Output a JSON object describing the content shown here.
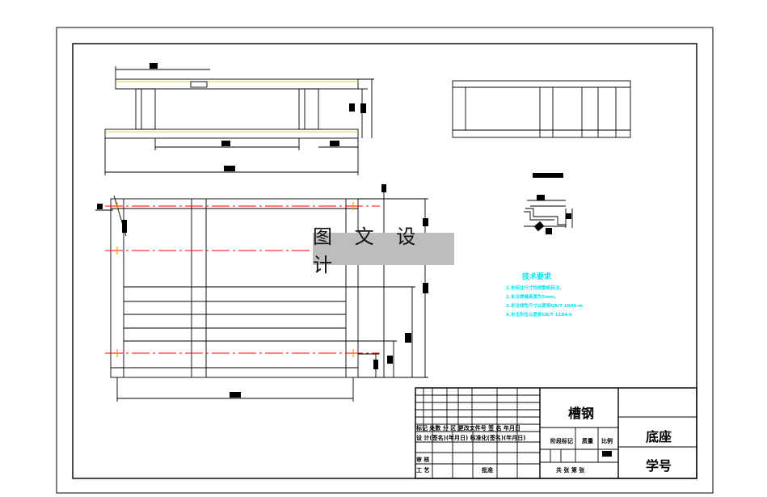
{
  "title_block": {
    "part_name": "槽钢",
    "drawing_name": "底座",
    "student_id_label": "学号",
    "row_labels_1": "标记 处数 分  区 更改文件号 签 名 年月日",
    "row_labels_2": "设  计(签名)(年月日) 标准化(签名)(年月日)",
    "row_labels_3": "审  核",
    "row_labels_4": "工  艺",
    "approve_label": "批准",
    "stage_label": "阶段标记",
    "weight_label": "质量",
    "scale_label": "比例",
    "sheets_label": "共 张 第 张"
  },
  "tech_notes": {
    "title": "技术要求",
    "lines": [
      "1.未标注尺寸均按图纸标注。",
      "2.未注焊缝高度为5mm。",
      "3.未注线性尺寸公差按GB/T 1804-m",
      "4.未注形位公差按GB/T 1184-k"
    ]
  },
  "watermark": "图 文 设 计",
  "colors": {
    "line": "#000000",
    "centerline": "#ff0000",
    "hidden_line": "#d4c800",
    "notes": "#00e5ee",
    "watermark_bg": "#bdbdbd",
    "dim_block": "#000000"
  }
}
